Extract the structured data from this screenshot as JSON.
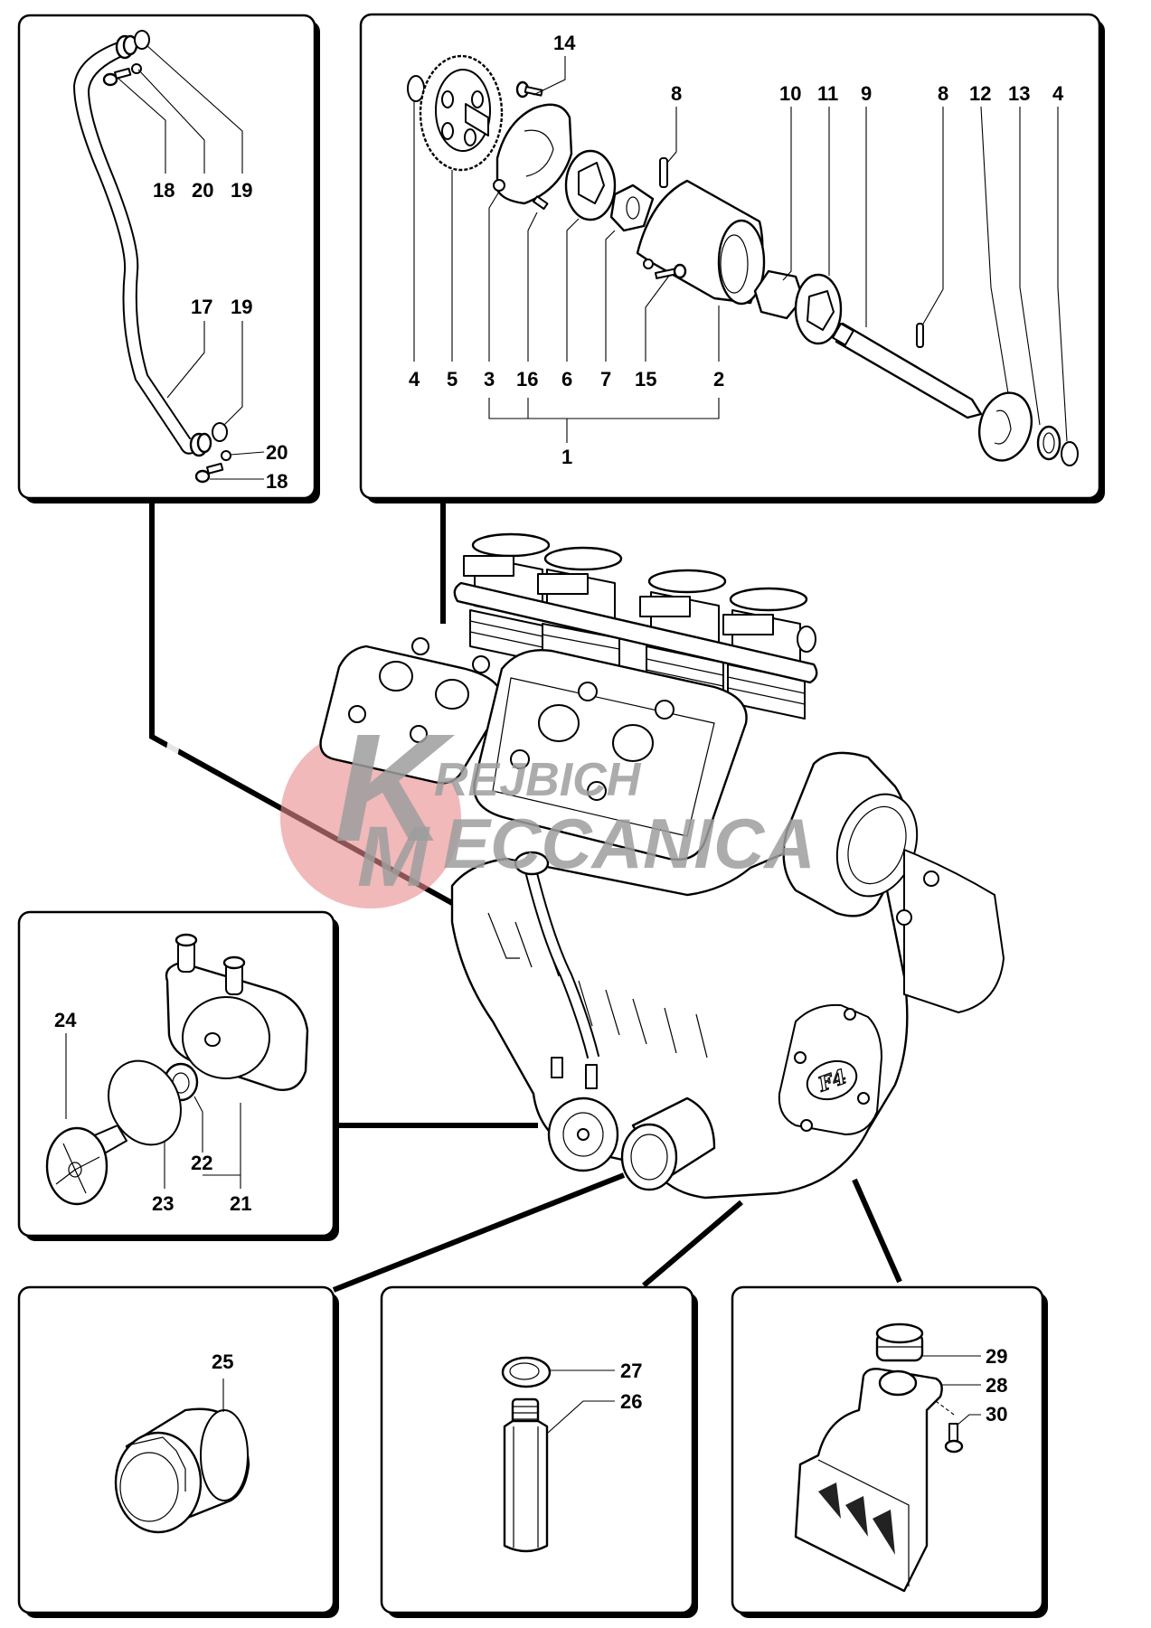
{
  "diagram": {
    "title": "Oil pump and lubrication exploded parts view",
    "engine_badge": "F4",
    "watermark": {
      "line1": "REJBICH",
      "line2": "ECCANICA",
      "initial_k": "K",
      "initial_m": "M",
      "circle_color": "#e88a8a",
      "text_color": "#9e9e9e"
    },
    "panels": {
      "oil_pipe": {
        "labels": [
          "18",
          "20",
          "19",
          "17",
          "19",
          "20",
          "18"
        ]
      },
      "oil_pump": {
        "top_labels": [
          "14",
          "8",
          "10",
          "11",
          "9",
          "8",
          "12",
          "13",
          "4"
        ],
        "bottom_labels": [
          "4",
          "5",
          "3",
          "16",
          "6",
          "7",
          "15",
          "2"
        ],
        "assembly_label": "1"
      },
      "oil_cooler": {
        "labels": [
          "24",
          "22",
          "23",
          "21"
        ]
      },
      "oil_filter": {
        "labels": [
          "25"
        ]
      },
      "union": {
        "labels": [
          "27",
          "26"
        ]
      },
      "strainer": {
        "labels": [
          "29",
          "28",
          "30"
        ]
      }
    }
  }
}
